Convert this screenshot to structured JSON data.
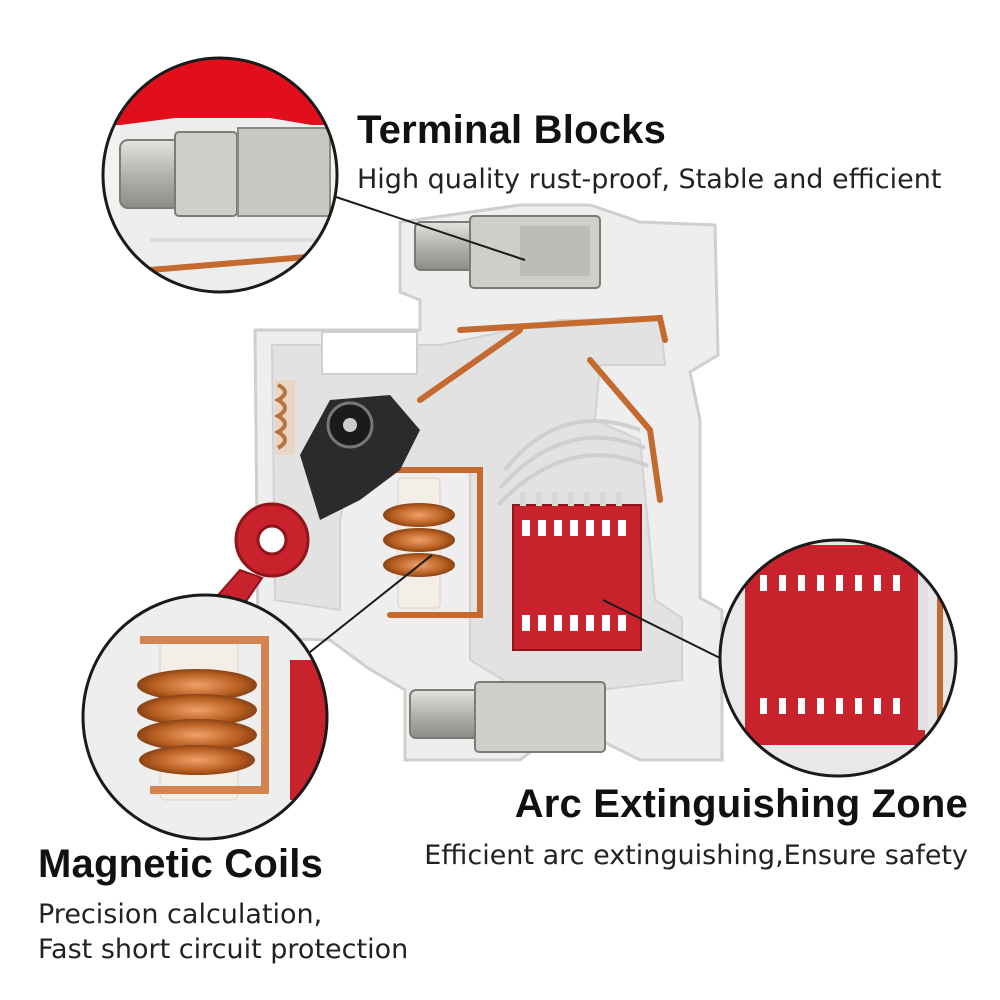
{
  "callouts": {
    "terminal_blocks": {
      "title": "Terminal Blocks",
      "description": "High quality rust-proof, Stable and efficient"
    },
    "arc_zone": {
      "title": "Arc Extinguishing Zone",
      "description": "Efficient arc extinguishing,Ensure safety"
    },
    "magnetic_coils": {
      "title": "Magnetic Coils",
      "description_line1": "Precision calculation,",
      "description_line2": "Fast short circuit protection"
    }
  },
  "colors": {
    "housing": "#eeeeee",
    "housing_shadow": "#cfcfcf",
    "arc_chute_red": "#c8232c",
    "copper": "#c46a2e",
    "metal": "#b9b9b3",
    "mechanism_dark": "#2b2b2b",
    "text": "#111111"
  }
}
